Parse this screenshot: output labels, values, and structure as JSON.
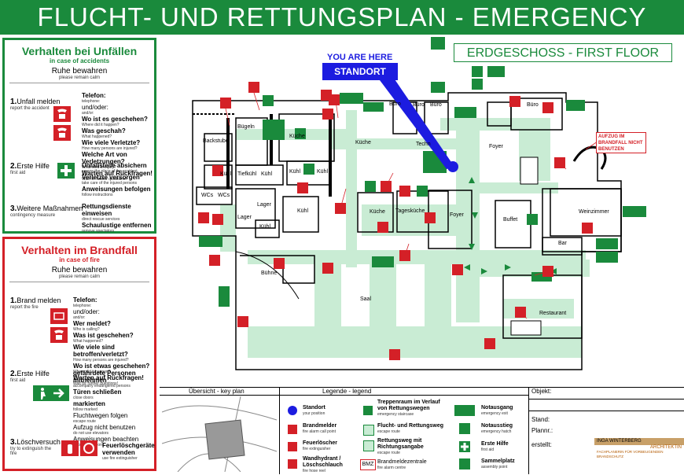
{
  "header": {
    "title": "FLUCHT- UND RETTUNGSPLAN - EMERGENCY PLAN"
  },
  "accidents": {
    "title": "Verhalten bei Unfällen",
    "subtitle": "in case of accidents",
    "calm": "Ruhe bewahren",
    "calm_en": "please remain calm",
    "step1": {
      "num": "1.",
      "label": "Unfall melden",
      "en": "report the accident"
    },
    "step1_detail": {
      "phone": "Telefon:",
      "phone_en": "telephone:",
      "or": "und/oder:",
      "or_en": "and/or:",
      "q1": "Wo ist es geschehen?",
      "q1_en": "Where did it happen?",
      "q2": "Was geschah?",
      "q2_en": "What happened?",
      "q3": "Wie viele Verletzte?",
      "q3_en": "How many persons are injured?",
      "q4": "Welche Art von Verletzungen?",
      "q4_en": "What kind of injury?",
      "q5": "Warten auf Rückfragen!",
      "q5_en": "Wait for further questions!"
    },
    "step2": {
      "num": "2.",
      "label": "Erste Hilfe",
      "en": "first aid"
    },
    "step2_detail": {
      "a": "Unfallstelle absichern",
      "a_en": "secure the place of the accident",
      "b": "Verletzte versorgen",
      "b_en": "take care of the injured persons",
      "c": "Anweisungen befolgen",
      "c_en": "follow instructions"
    },
    "step3": {
      "num": "3.",
      "label": "Weitere Maßnahmen",
      "en": "contingency measure"
    },
    "step3_detail": {
      "a": "Rettungsdienste einweisen",
      "a_en": "direct rescue services",
      "b": "Schaulustige entfernen",
      "b_en": "remove spectators"
    }
  },
  "fire": {
    "title": "Verhalten im Brandfall",
    "subtitle": "in case of fire",
    "calm": "Ruhe bewahren",
    "calm_en": "please remain calm",
    "step1": {
      "num": "1.",
      "label": "Brand melden",
      "en": "report the fire"
    },
    "step1_detail": {
      "phone": "Telefon:",
      "phone_en": "telephone:",
      "or": "und/oder:",
      "or_en": "and/or:",
      "q1": "Wer meldet?",
      "q1_en": "Who is calling?",
      "q2": "Was ist geschehen?",
      "q2_en": "What happened?",
      "q3": "Wie viele sind betroffen/verletzt?",
      "q3_en": "How many persons are injured?",
      "q4": "Wo ist etwas geschehen?",
      "q4_en": "Where did it happen?",
      "q5": "Warten auf Rückfragen!",
      "q5_en": "Wait for further questions!"
    },
    "step2": {
      "num": "2.",
      "label": "Erste Hilfe",
      "en": "first aid"
    },
    "step2_detail": {
      "a": "gefährdete Personen mitnehmen",
      "a_en": "accompany endangered persons",
      "b": "Türen schließen",
      "b_en": "close doors",
      "c": "markierten",
      "c_en": "follow marked",
      "d": "Fluchtwegen folgen",
      "d_en": "escape route",
      "e": "Aufzug nicht benutzen",
      "e_en": "do not use elevators",
      "f": "Anweisungen beachten",
      "f_en": "follow instructions"
    },
    "step3": {
      "num": "3.",
      "label": "Löschversuch",
      "en": "try to extinguish the fire"
    },
    "step3_detail": {
      "a": "Feuerlöschgeräte verwenden",
      "a_en": "use fire extinguisher"
    }
  },
  "plan": {
    "floor": "ERDGESCHOSS - FIRST FLOOR",
    "you_are_here": "YOU ARE HERE",
    "standort": "STANDORT",
    "warning": "AUFZUG IM BRANDFALL NICHT BENUTZEN",
    "rooms": {
      "buegeln": "Bügeln",
      "backstube": "Backstube",
      "kueche1": "Küche",
      "kueche2": "Küche",
      "kueche3": "Küche",
      "techn": "Techn",
      "buero1": "Büro",
      "buero2": "Büro",
      "buero3": "Büro",
      "buero4": "Büro",
      "foyer1": "Foyer",
      "foyer2": "Foyer",
      "kuehl1": "Kühl",
      "tiefkuehl": "Tiefkühl",
      "kuehl2": "Kühl",
      "kuehl3": "Kühl",
      "kuehl4": "Kühl",
      "kuehl5": "Kühl",
      "kuehl6": "Kühl",
      "wcs1": "WCs",
      "wcs2": "WCs",
      "lager1": "Lager",
      "lager2": "Lager",
      "tageskueche": "Tagesküche",
      "buffet": "Buffet",
      "weinzimmer": "Weinzimmer",
      "bar": "Bar",
      "buehne": "Bühne",
      "saal": "Saal",
      "restaurant": "Restaurant"
    }
  },
  "overview": {
    "label": "Übersicht - key plan"
  },
  "legend": {
    "label": "Legende - legend",
    "items": [
      {
        "de": "Standort",
        "en": "your position"
      },
      {
        "de": "Brandmelder",
        "en": "fire alarm call point"
      },
      {
        "de": "Feuerlöscher",
        "en": "fire extinguisher"
      },
      {
        "de": "Wandhydrant / Löschschlauch",
        "en": "fire hose reel"
      },
      {
        "de": "Treppenraum im Verlauf von Rettungswegen",
        "en": "emergency staircase"
      },
      {
        "de": "Flucht- und Rettungsweg",
        "en": "escape route"
      },
      {
        "de": "Rettungsweg mit Richtungsangabe",
        "en": "escape route"
      },
      {
        "de": "Brandmeldezentrale",
        "en": "fire alarm centre"
      },
      {
        "de": "Notausgang",
        "en": "emergency exit"
      },
      {
        "de": "Notausstieg",
        "en": "emergency hatch"
      },
      {
        "de": "Erste Hilfe",
        "en": "first aid"
      },
      {
        "de": "Sammelplatz",
        "en": "assembly point"
      }
    ],
    "bmz": "BMZ"
  },
  "object": {
    "label": "Objekt:",
    "stand": "Stand:",
    "plannr": "Plannr.:",
    "erstellt": "erstellt:"
  },
  "architect": {
    "name": "INGA WINTERBERG",
    "title": "ARCHITEKTIN",
    "sub": "FACHPLANERIN FÜR VORBEUGENDEN BRANDSCHUTZ"
  },
  "colors": {
    "green": "#1a8a3c",
    "red": "#d42027",
    "route": "#c9ecd4",
    "blue": "#1c1ce0"
  }
}
